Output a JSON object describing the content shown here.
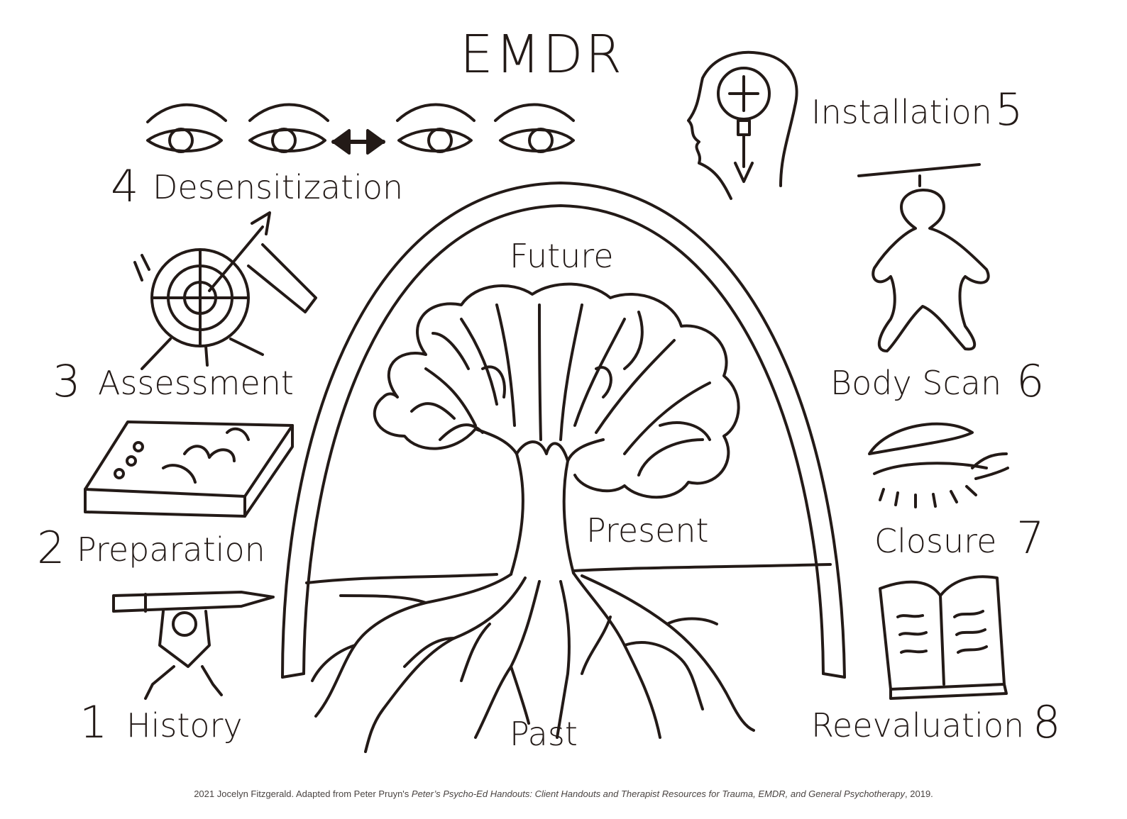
{
  "title": "EMDR",
  "center": {
    "future": "Future",
    "present": "Present",
    "past": "Past"
  },
  "steps": [
    {
      "num": "1",
      "label": "History",
      "icon": "pencil-lifter-icon"
    },
    {
      "num": "2",
      "label": "Preparation",
      "icon": "flower-tray-icon"
    },
    {
      "num": "3",
      "label": "Assessment",
      "icon": "target-arrow-icon"
    },
    {
      "num": "4",
      "label": "Desensitization",
      "icon": "eye-movement-icon"
    },
    {
      "num": "5",
      "label": "Installation",
      "icon": "head-bulb-icon"
    },
    {
      "num": "6",
      "label": "Body Scan",
      "icon": "body-outline-icon"
    },
    {
      "num": "7",
      "label": "Closure",
      "icon": "closed-eye-icon"
    },
    {
      "num": "8",
      "label": "Reevaluation",
      "icon": "open-book-icon"
    }
  ],
  "credit": {
    "prefix": "2021 Jocelyn Fitzgerald. Adapted from Peter Pruyn's ",
    "book": "Peter’s Psycho-Ed Handouts: Client Handouts and Therapist Resources for Trauma, EMDR, and General Psychotherapy",
    "suffix": ", 2019."
  },
  "colors": {
    "ink": "#231a17",
    "background": "#ffffff"
  }
}
